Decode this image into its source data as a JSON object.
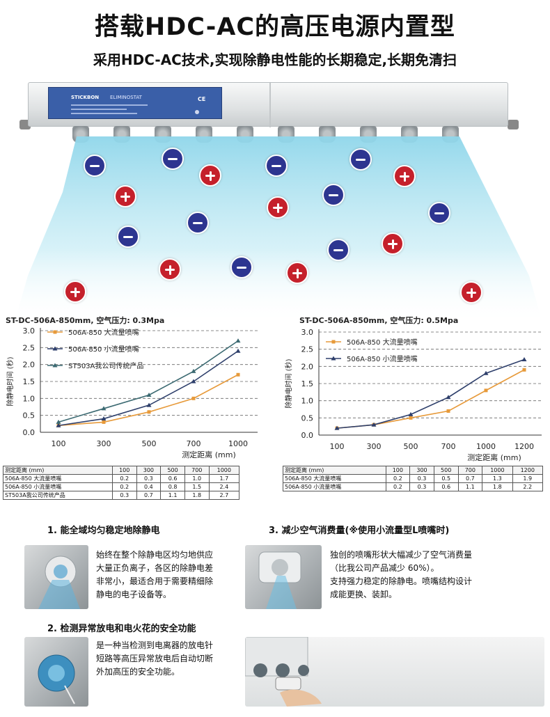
{
  "header": {
    "title": "搭载HDC-AC的高压电源内置型",
    "subtitle": "采用HDC-AC技术,实现除静电性能的长期稳定,长期免清扫"
  },
  "product": {
    "brand": "STICKBON",
    "model": "ELIMINOSTAT",
    "ce_mark": "CE"
  },
  "colors": {
    "negative_ion": "#2d3590",
    "positive_ion": "#c5202b",
    "series_orange": "#e79a3a",
    "series_navy": "#2e3f6b",
    "series_teal": "#3c9ba8"
  },
  "chart_data": [
    {
      "type": "line",
      "title": "ST-DC-506A-850mm, 空气压力: 0.3Mpa",
      "xlabel": "测定距离 (mm)",
      "ylabel": "除静电时间 (秒)",
      "categories": [
        "100",
        "300",
        "500",
        "700",
        "1000"
      ],
      "ylim": [
        0,
        3.0
      ],
      "yticks": [
        "0.0",
        "0.5",
        "1.0",
        "1.5",
        "2.0",
        "2.5",
        "3.0"
      ],
      "grid": "dashed horizontal",
      "legend": "top-left",
      "series": [
        {
          "name": "506A-850 大流量喷嘴",
          "values": [
            0.2,
            0.3,
            0.6,
            1.0,
            1.7
          ],
          "color": "#e79a3a"
        },
        {
          "name": "506A-850 小流量喷嘴",
          "values": [
            0.2,
            0.4,
            0.8,
            1.5,
            2.4
          ],
          "color": "#2e3f6b"
        },
        {
          "name": "ST503A我公司传统产品",
          "values": [
            0.3,
            0.7,
            1.1,
            1.8,
            2.7
          ],
          "color": "#3c6a72"
        }
      ]
    },
    {
      "type": "line",
      "title": "ST-DC-506A-850mm, 空气压力: 0.5Mpa",
      "xlabel": "测定距离 (mm)",
      "ylabel": "除静电时间 (秒)",
      "categories": [
        "100",
        "300",
        "500",
        "700",
        "1000",
        "1200"
      ],
      "ylim": [
        0,
        3.0
      ],
      "yticks": [
        "0.0",
        "0.5",
        "1.0",
        "1.5",
        "2.0",
        "2.5",
        "3.0"
      ],
      "grid": "dashed horizontal",
      "legend": "top-left",
      "series": [
        {
          "name": "506A-850 大流量喷嘴",
          "values": [
            0.2,
            0.3,
            0.5,
            0.7,
            1.3,
            1.9
          ],
          "color": "#e79a3a"
        },
        {
          "name": "506A-850 小流量喷嘴",
          "values": [
            0.2,
            0.3,
            0.6,
            1.1,
            1.8,
            2.2
          ],
          "color": "#2e3f6b"
        }
      ]
    }
  ],
  "table1": {
    "header": [
      "测定距离 (mm)",
      "100",
      "300",
      "500",
      "700",
      "1000"
    ],
    "rows": [
      [
        "506A-850 大流量喷嘴",
        "0.2",
        "0.3",
        "0.6",
        "1.0",
        "1.7"
      ],
      [
        "506A-850 小流量喷嘴",
        "0.2",
        "0.4",
        "0.8",
        "1.5",
        "2.4"
      ],
      [
        "ST503A我公司传统产品",
        "0.3",
        "0.7",
        "1.1",
        "1.8",
        "2.7"
      ]
    ]
  },
  "table2": {
    "header": [
      "测定距离 (mm)",
      "100",
      "300",
      "500",
      "700",
      "1000",
      "1200"
    ],
    "rows": [
      [
        "506A-850 大流量喷嘴",
        "0.2",
        "0.3",
        "0.5",
        "0.7",
        "1.3",
        "1.9"
      ],
      [
        "506A-850 小流量喷嘴",
        "0.2",
        "0.3",
        "0.6",
        "1.1",
        "1.8",
        "2.2"
      ]
    ]
  },
  "features": {
    "f1": {
      "heading": "1. 能全域均匀稳定地除静电",
      "lines": [
        "始终在整个除静电区均匀地供应",
        "大量正负离子，各区的除静电差",
        "非常小，最适合用于需要精细除",
        "静电的电子设备等。"
      ]
    },
    "f2": {
      "heading": "2. 检测异常放电和电火花的安全功能",
      "lines": [
        "是一种当检测到电离器的放电针",
        "短路等高压异常放电后自动切断",
        "外加高压的安全功能。"
      ]
    },
    "f3": {
      "heading": "3. 减少空气消费量(※使用小流量型L喷嘴时)",
      "lines": [
        "独创的喷嘴形状大幅减少了空气消费量",
        "（比我公司产品减少 60%）。",
        "支持强力稳定的除静电。喷嘴结构设计",
        "成能更换、装卸。"
      ]
    }
  }
}
